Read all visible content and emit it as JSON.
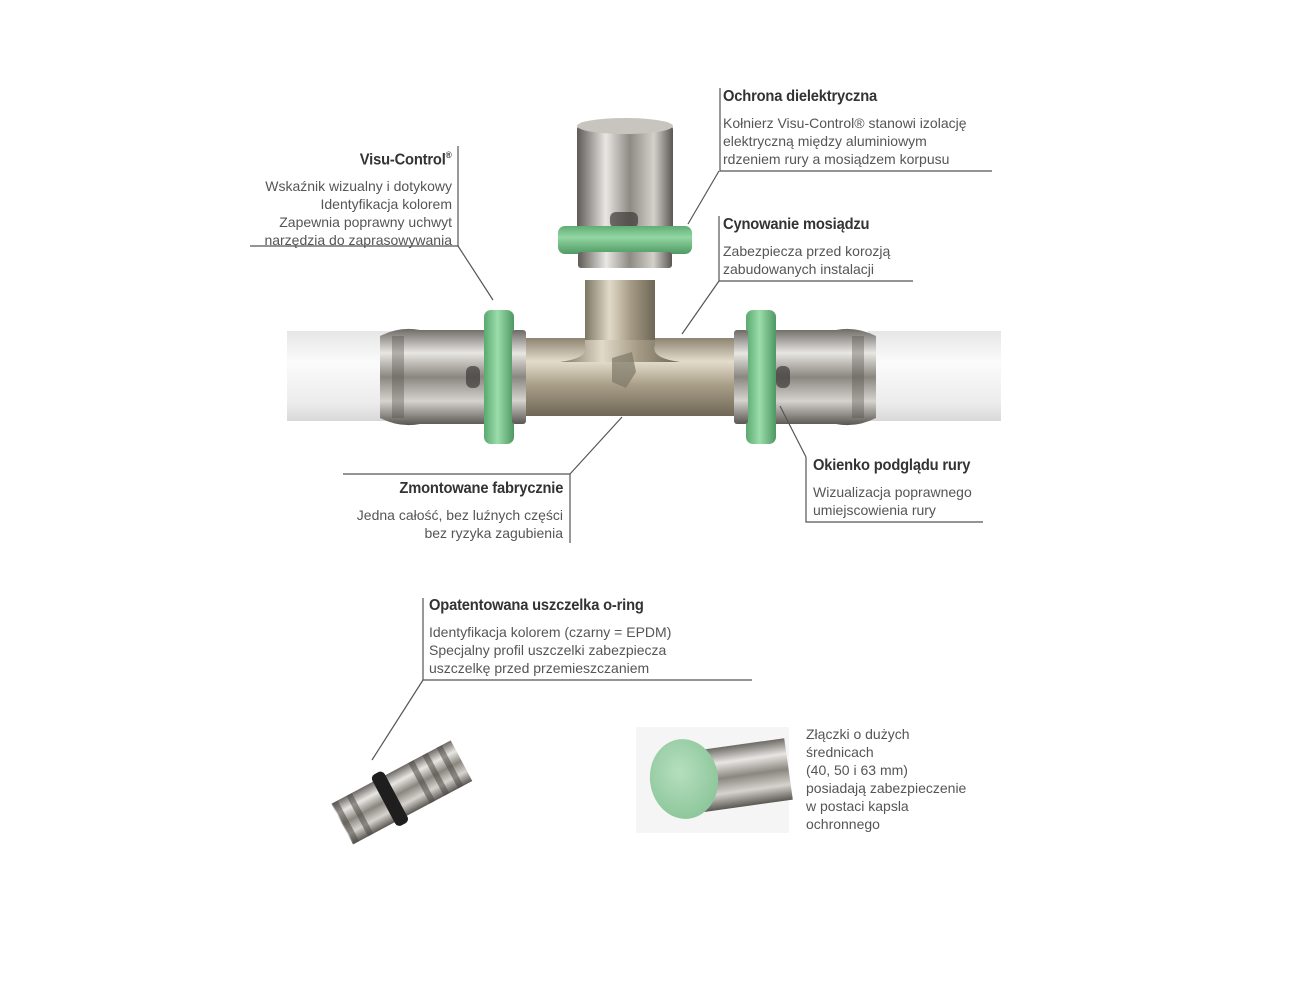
{
  "callouts": {
    "dielectric": {
      "title": "Ochrona dielektryczna",
      "lines": [
        "Kołnierz Visu-Control® stanowi izolację",
        "elektryczną między aluminiowym",
        "rdzeniem rury a mosiądzem korpusu"
      ]
    },
    "visu_control": {
      "title": "Visu-Control",
      "title_mark": "®",
      "lines": [
        "Wskaźnik wizualny i dotykowy",
        "Identyfikacja kolorem",
        "Zapewnia poprawny uchwyt",
        "narzędzia do zaprasowywania"
      ]
    },
    "tinning": {
      "title": "Cynowanie mosiądzu",
      "lines": [
        "Zabezpiecza przed korozją",
        "zabudowanych instalacji"
      ]
    },
    "factory": {
      "title": "Zmontowane fabrycznie",
      "lines": [
        "Jedna całość, bez luźnych części",
        "bez ryzyka zagubienia"
      ]
    },
    "window": {
      "title": "Okienko podglądu rury",
      "lines": [
        "Wizualizacja poprawnego",
        "umiejscowienia rury"
      ]
    },
    "oring": {
      "title": "Opatentowana uszczelka o-ring",
      "lines": [
        "Identyfikacja kolorem (czarny = EPDM)",
        "Specjalny profil uszczelki zabezpiecza",
        "uszczelkę przed przemieszczaniem"
      ]
    }
  },
  "cap_note": {
    "lines": [
      "Złączki o dużych",
      "średnicach",
      "(40, 50 i 63 mm)",
      "posiadają zabezpieczenie",
      "w postaci kapsla",
      "ochronnego"
    ]
  },
  "colors": {
    "ring_green": "#7cc98f",
    "pipe_white": "#f2f2f2",
    "brass": "#c9bfa8",
    "line": "#555555"
  }
}
